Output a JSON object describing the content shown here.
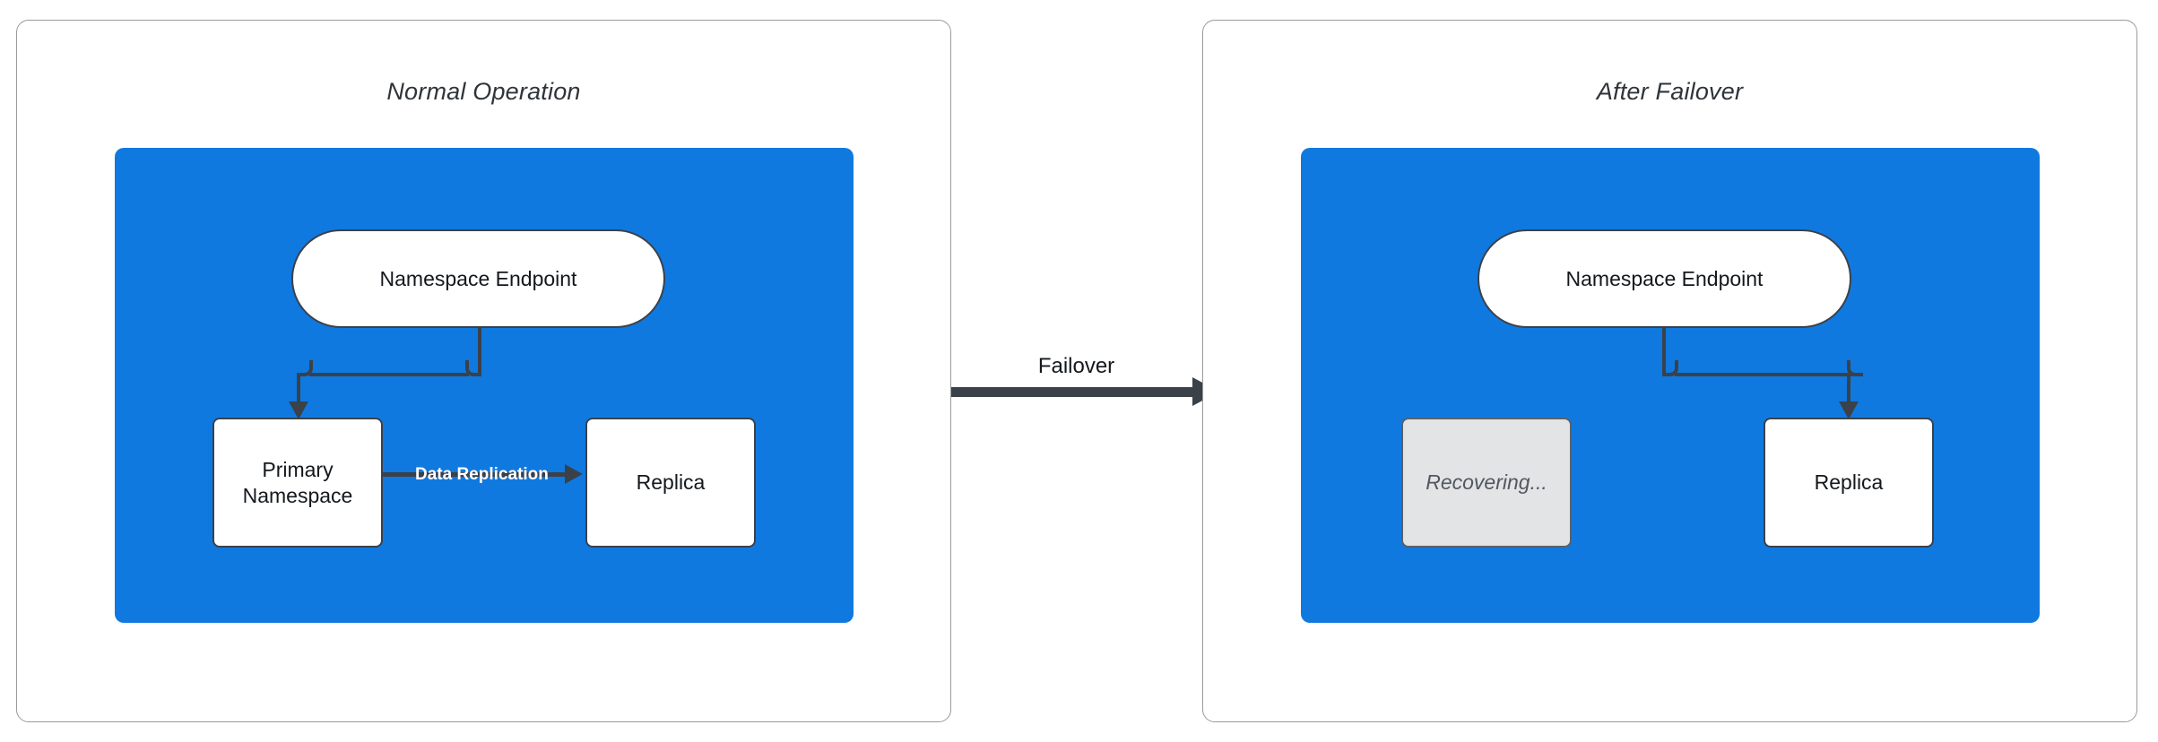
{
  "diagram": {
    "type": "flow-diagram",
    "background_color": "#ffffff",
    "accent_color": "#1079E0",
    "stroke_color": "#3b4149",
    "muted_color": "#e2e4e6",
    "panels": [
      {
        "id": "normal-operation",
        "title": "Normal Operation",
        "cluster_color": "#1079E0",
        "nodes": [
          {
            "id": "endpoint-left",
            "label": "Namespace Endpoint",
            "shape": "pill",
            "style": "white"
          },
          {
            "id": "primary",
            "label": "Primary\nNamespace",
            "line1": "Primary",
            "line2": "Namespace",
            "shape": "rect",
            "style": "white"
          },
          {
            "id": "replica-left",
            "label": "Replica",
            "shape": "rect",
            "style": "white"
          }
        ],
        "edges": [
          {
            "from": "endpoint-left",
            "to": "primary",
            "label": ""
          },
          {
            "from": "primary",
            "to": "replica-left",
            "label": "Data Replication"
          }
        ]
      },
      {
        "id": "after-failover",
        "title": "After Failover",
        "cluster_color": "#1079E0",
        "nodes": [
          {
            "id": "endpoint-right",
            "label": "Namespace Endpoint",
            "shape": "pill",
            "style": "white"
          },
          {
            "id": "recovering",
            "label": "Recovering...",
            "shape": "rect",
            "style": "muted"
          },
          {
            "id": "replica-right",
            "label": "Replica",
            "shape": "rect",
            "style": "white"
          }
        ],
        "edges": [
          {
            "from": "endpoint-right",
            "to": "replica-right",
            "label": ""
          }
        ]
      }
    ],
    "transition": {
      "label": "Failover",
      "from_panel": "normal-operation",
      "to_panel": "after-failover"
    }
  }
}
